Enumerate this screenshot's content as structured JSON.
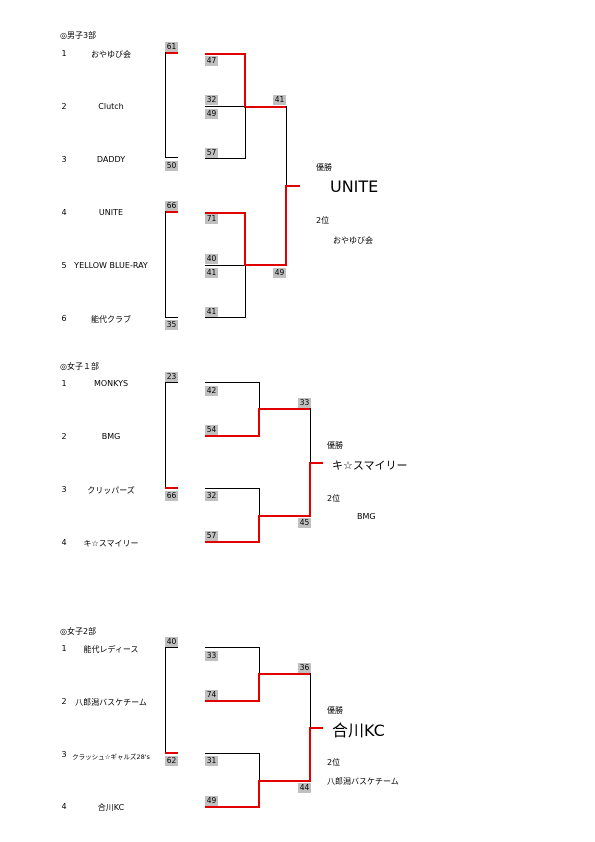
{
  "sections": [
    {
      "title": "◎男子3部",
      "teams": [
        {
          "seed": "1",
          "name": "おやゆび会"
        },
        {
          "seed": "2",
          "name": "Clutch"
        },
        {
          "seed": "3",
          "name": "DADDY"
        },
        {
          "seed": "4",
          "name": "UNITE"
        },
        {
          "seed": "5",
          "name": "YELLOW BLUE-RAY"
        },
        {
          "seed": "6",
          "name": "能代クラブ"
        }
      ],
      "scores": [
        "61",
        "50",
        "66",
        "35",
        "47",
        "32",
        "49",
        "57",
        "71",
        "40",
        "41",
        "41",
        "41",
        "49"
      ],
      "champion_label": "優勝",
      "champion": "UNITE",
      "runner_up_label": "2位",
      "runner_up": "おやゆび会"
    },
    {
      "title": "◎女子１部",
      "teams": [
        {
          "seed": "1",
          "name": "MONKYS"
        },
        {
          "seed": "2",
          "name": "BMG"
        },
        {
          "seed": "3",
          "name": "クリッパーズ"
        },
        {
          "seed": "4",
          "name": "キ☆スマイリー"
        }
      ],
      "scores": [
        "23",
        "66",
        "42",
        "54",
        "32",
        "57",
        "33",
        "45"
      ],
      "champion_label": "優勝",
      "champion": "キ☆スマイリー",
      "runner_up_label": "2位",
      "runner_up": "BMG"
    },
    {
      "title": "◎女子2部",
      "teams": [
        {
          "seed": "1",
          "name": "能代レディース"
        },
        {
          "seed": "2",
          "name": "八郎潟バスケチーム"
        },
        {
          "seed": "3",
          "name": "クラッシュ☆ギャルズ28's"
        },
        {
          "seed": "4",
          "name": "合川KC"
        }
      ],
      "scores": [
        "40",
        "62",
        "33",
        "74",
        "31",
        "49",
        "36",
        "44"
      ],
      "champion_label": "優勝",
      "champion": "合川KC",
      "runner_up_label": "2位",
      "runner_up": "八郎潟バスケチーム"
    }
  ]
}
